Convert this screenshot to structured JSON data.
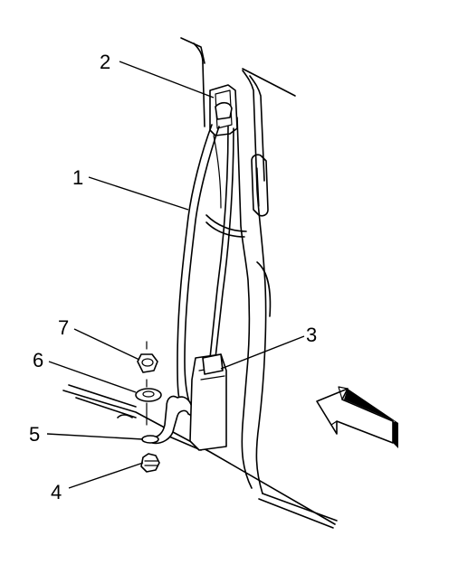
{
  "callouts": [
    {
      "id": "1",
      "text": "1"
    },
    {
      "id": "2",
      "text": "2"
    },
    {
      "id": "3",
      "text": "3"
    },
    {
      "id": "4",
      "text": "4"
    },
    {
      "id": "5",
      "text": "5"
    },
    {
      "id": "6",
      "text": "6"
    },
    {
      "id": "7",
      "text": "7"
    }
  ],
  "colors": {
    "line": "#000000",
    "background": "#ffffff"
  }
}
